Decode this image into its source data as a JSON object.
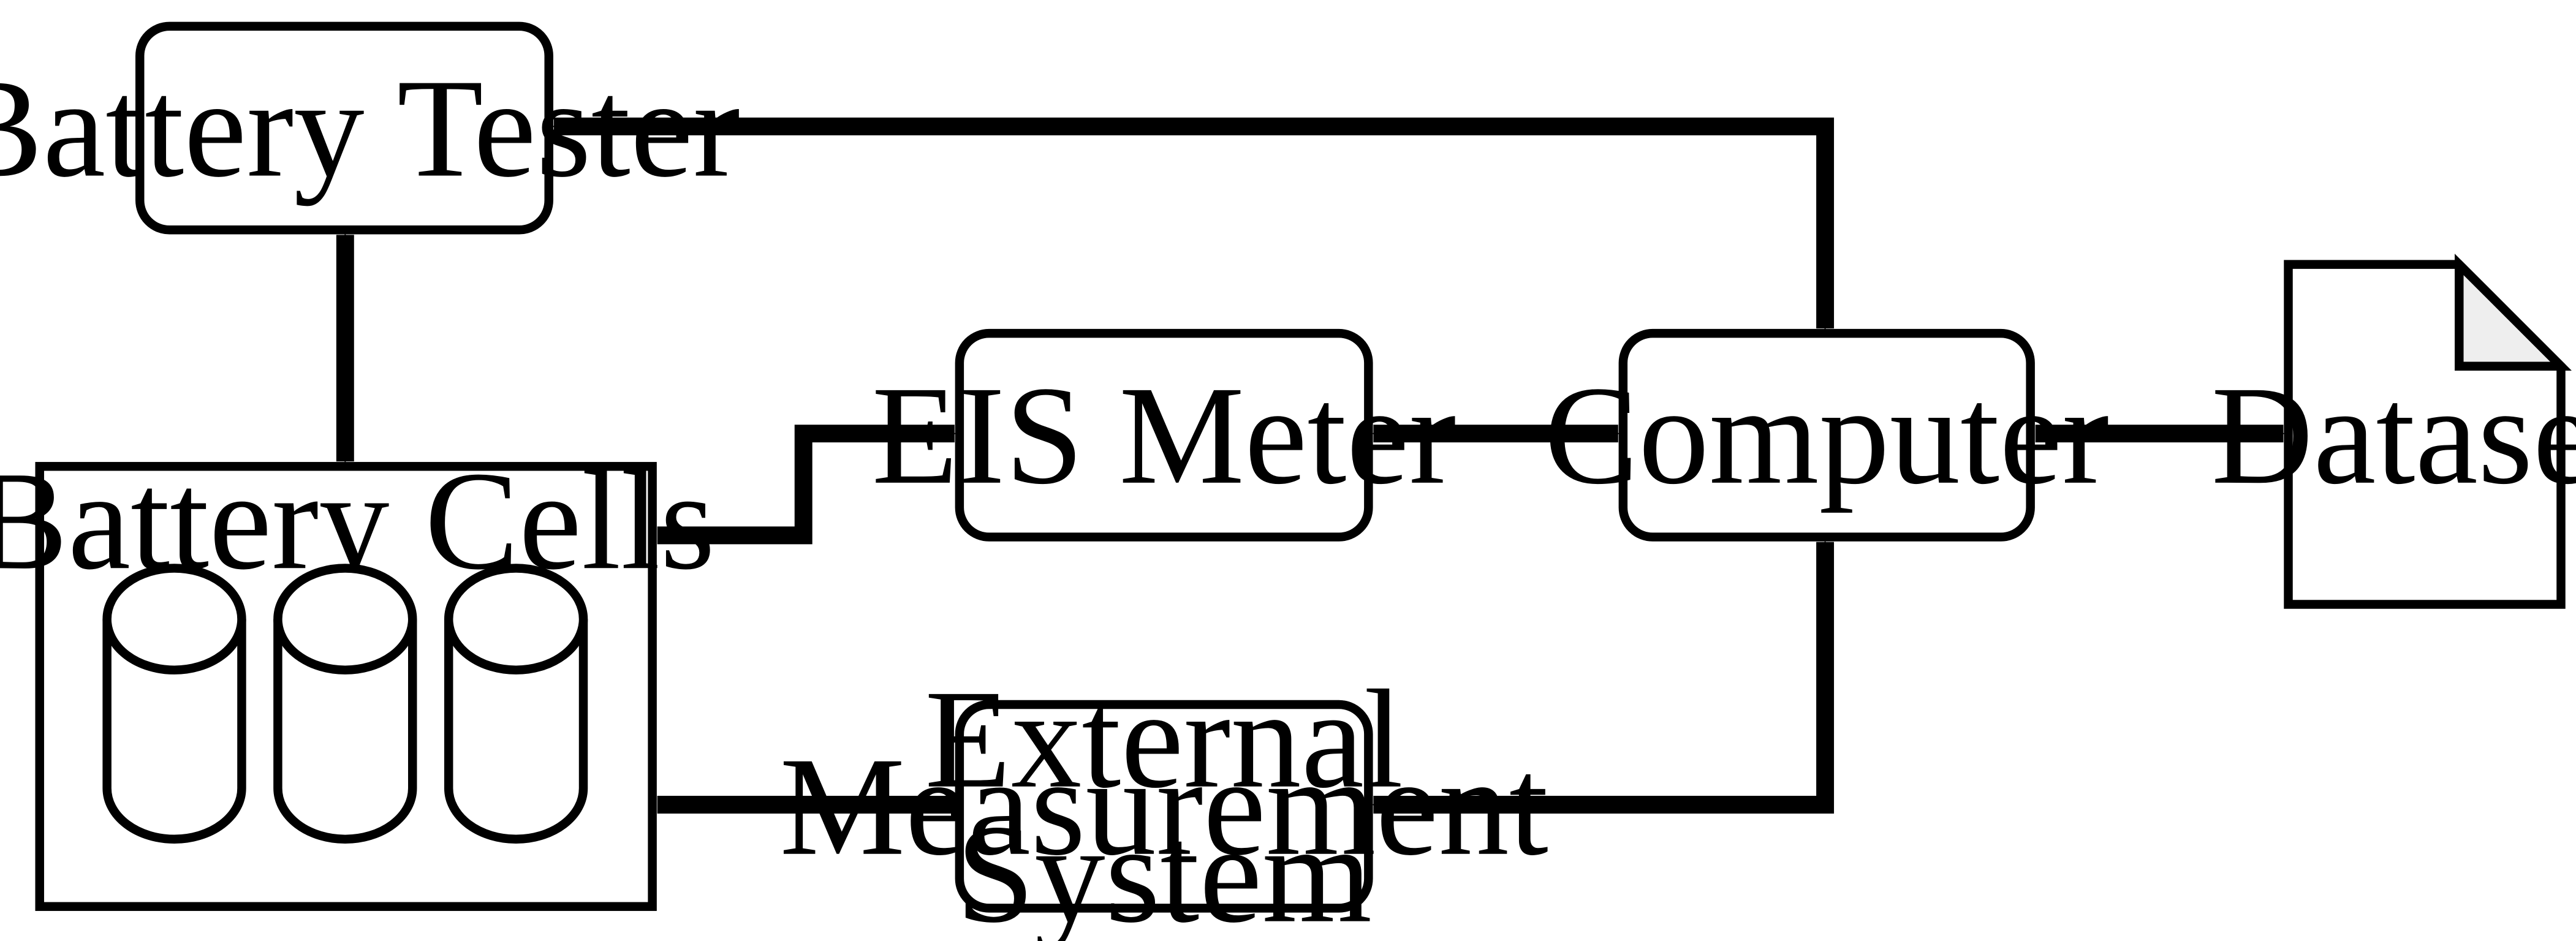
{
  "nodes": {
    "battery_tester": {
      "label": "Battery Tester"
    },
    "battery_cells": {
      "label": "Battery Cells"
    },
    "eis_meter": {
      "label": "EIS Meter"
    },
    "external_measurement": {
      "label_lines": [
        "External",
        "Measurement",
        "System"
      ]
    },
    "computer": {
      "label": "Computer"
    },
    "dataset": {
      "label": "Dataset"
    }
  },
  "colors": {
    "stroke": "#000000",
    "fill": "#ffffff",
    "page_fold": "#eeeeee"
  },
  "icons": {
    "battery_cell": "cylinder-icon",
    "dataset": "document-icon"
  }
}
